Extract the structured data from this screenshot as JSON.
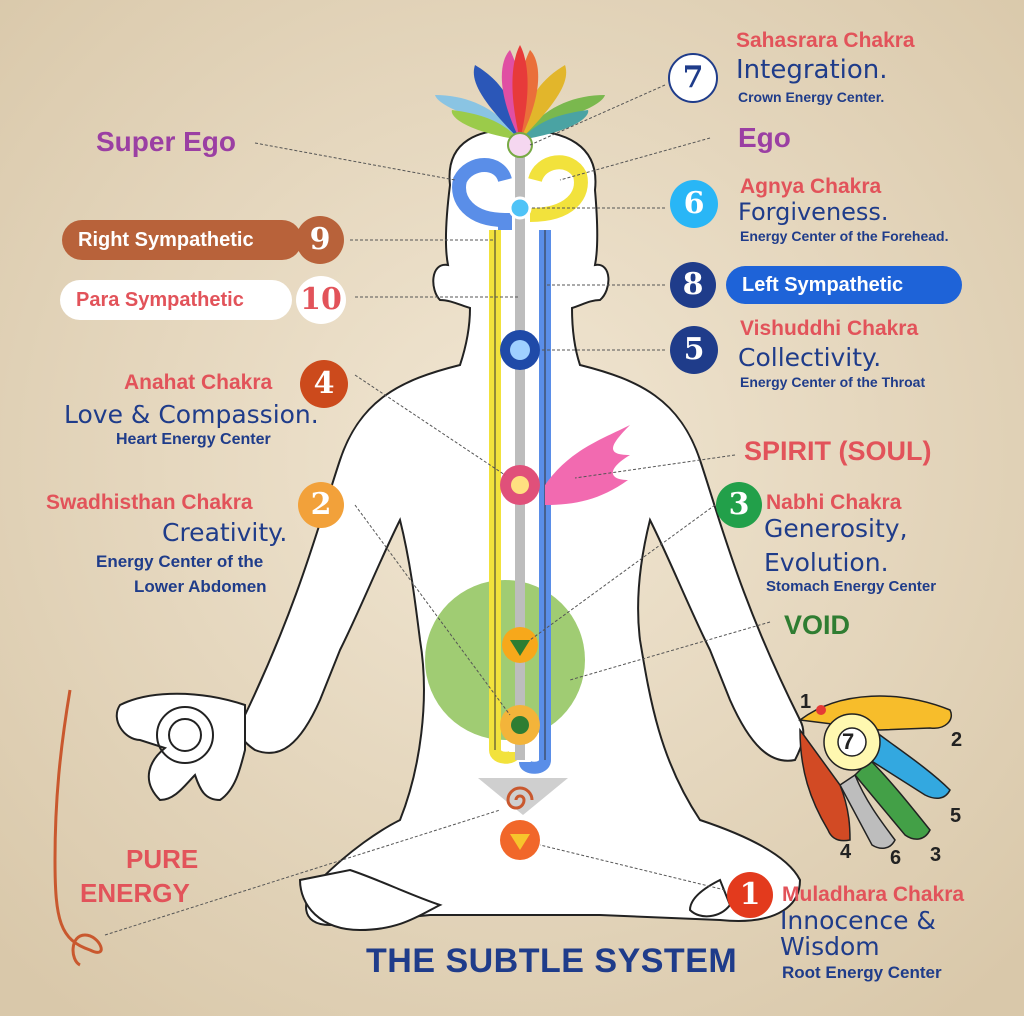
{
  "title": "THE SUBTLE SYSTEM",
  "top_labels": {
    "super_ego": "Super Ego",
    "ego": "Ego"
  },
  "channels": {
    "right": {
      "label": "Right Sympathetic",
      "number": "9"
    },
    "para": {
      "label": "Para Sympathetic",
      "number": "10"
    },
    "left": {
      "label": "Left Sympathetic",
      "number": "8"
    }
  },
  "chakras": {
    "c7": {
      "number": "7",
      "name": "Sahasrara Chakra",
      "quality": "Integration.",
      "center": "Crown Energy Center."
    },
    "c6": {
      "number": "6",
      "name": "Agnya Chakra",
      "quality": "Forgiveness.",
      "center": "Energy Center of the Forehead."
    },
    "c5": {
      "number": "5",
      "name": "Vishuddhi Chakra",
      "quality": "Collectivity.",
      "center": "Energy Center of the Throat"
    },
    "c4": {
      "number": "4",
      "name": "Anahat Chakra",
      "quality": "Love & Compassion.",
      "center": "Heart Energy Center"
    },
    "c3": {
      "number": "3",
      "name": "Nabhi Chakra",
      "quality_1": "Generosity,",
      "quality_2": "Evolution.",
      "center": "Stomach Energy Center"
    },
    "c2": {
      "number": "2",
      "name": "Swadhisthan Chakra",
      "quality": "Creativity.",
      "center_1": "Energy Center of the",
      "center_2": "Lower Abdomen"
    },
    "c1": {
      "number": "1",
      "name": "Muladhara Chakra",
      "quality_1": "Innocence &",
      "quality_2": "Wisdom",
      "center": "Root Energy Center"
    }
  },
  "spirit": "SPIRIT (SOUL)",
  "void": "VOID",
  "pure_energy": {
    "line1": "PURE",
    "line2": "ENERGY"
  },
  "hand_numbers": {
    "center": "7",
    "f1": "1",
    "f2": "2",
    "f3": "3",
    "f4": "4",
    "f5": "5",
    "f6": "6"
  },
  "colors": {
    "pink": "#e2535a",
    "blue": "#1f3c8a",
    "purple": "#9b3fa3",
    "green": "#2f7d32",
    "orange": "#c1602e"
  }
}
